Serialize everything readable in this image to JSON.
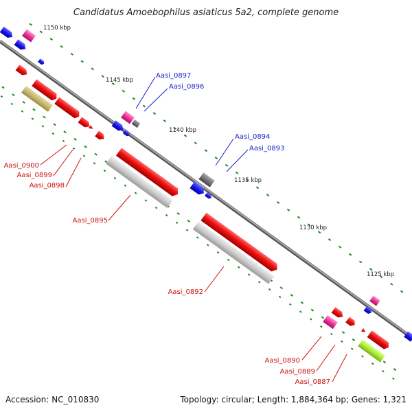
{
  "title": "Candidatus Amoebophilus asiaticus 5a2, complete genome",
  "accession": "Accession: NC_010830",
  "topology": "Topology: circular; Length: 1,884,364 bp; Genes: 1,321",
  "kbp_labels": [
    "1150 kbp",
    "1145 kbp",
    "1140 kbp",
    "1135 kbp",
    "1130 kbp",
    "1125 kbp"
  ],
  "gene_labels_blue": [
    "Aasi_0897",
    "Aasi_0896",
    "Aasi_0894",
    "Aasi_0893"
  ],
  "gene_labels_red": [
    "Aasi_0900",
    "Aasi_0899",
    "Aasi_0898",
    "Aasi_0895",
    "Aasi_0892",
    "Aasi_0890",
    "Aasi_0889",
    "Aasi_0887"
  ],
  "colors": {
    "backbone": "#8a8a8a",
    "cds_red": "#ee1111",
    "cds_blue": "#1a1aee",
    "cds_magenta": "#ee3399",
    "cds_gray": "#777777",
    "rna_lightgray": "#cccccc",
    "rna_khaki": "#c8b870",
    "rna_lime": "#aaee33",
    "tick_green": "#1a8a1a",
    "label_blue": "#1a1acc",
    "label_red": "#cc1111"
  }
}
